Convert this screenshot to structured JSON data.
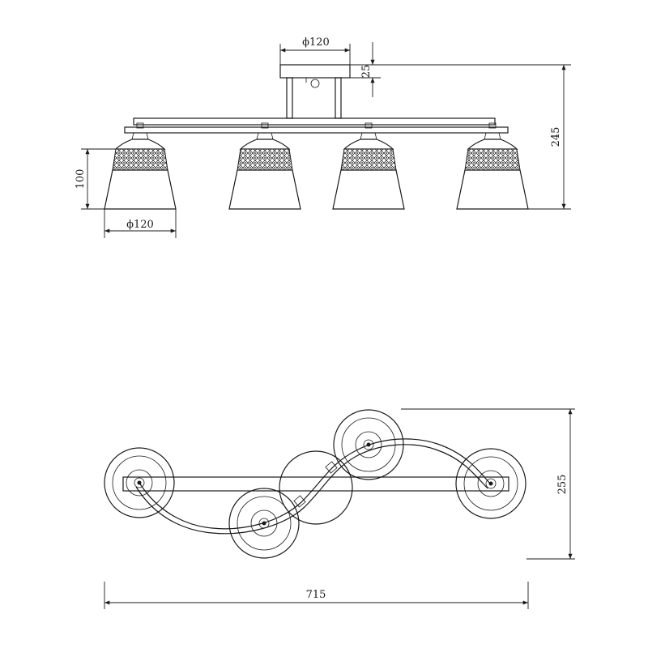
{
  "front_view": {
    "canopy_diameter_label": "ϕ120",
    "canopy_height_label": "25",
    "total_height_label": "245",
    "shade_height_label": "100",
    "shade_diameter_label": "ϕ120"
  },
  "top_view": {
    "total_width_label": "715",
    "total_depth_label": "255"
  },
  "colors": {
    "line": "#1a1a1a",
    "background": "#ffffff"
  }
}
